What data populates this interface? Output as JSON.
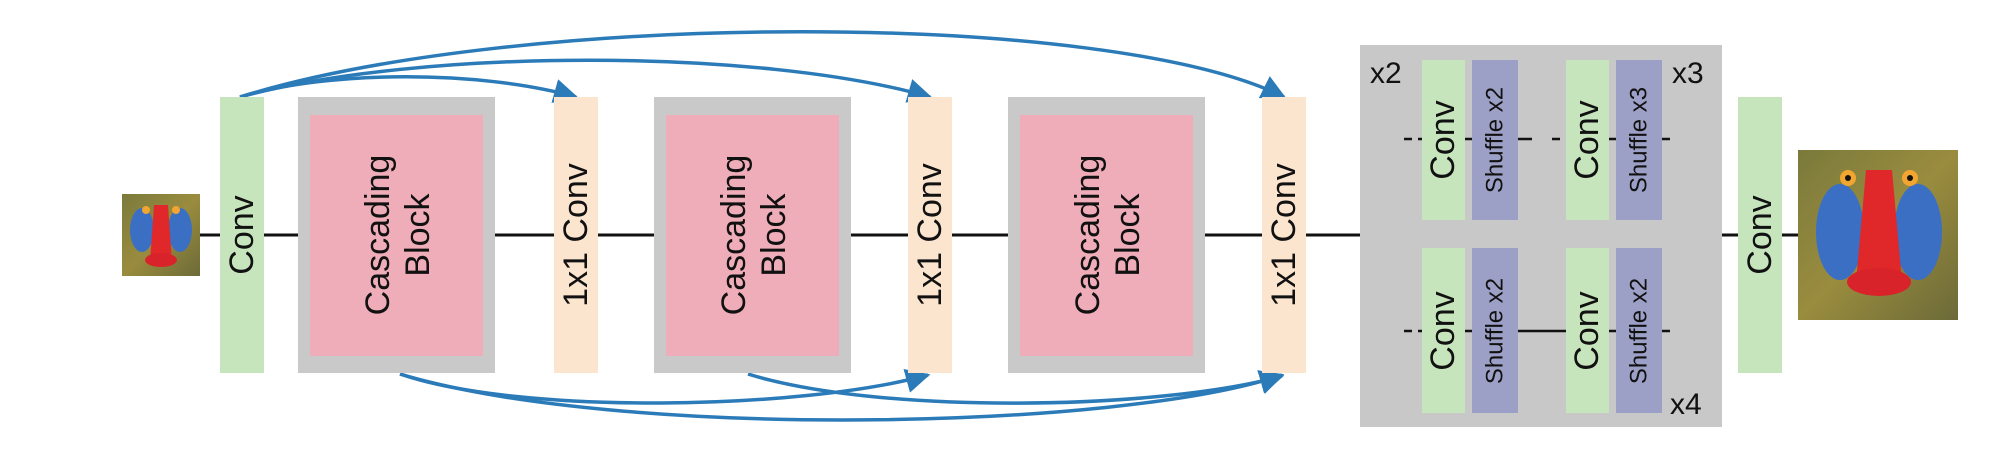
{
  "diagram": {
    "input_conv": "Conv",
    "cascading_blocks": [
      {
        "line1": "Cascading",
        "line2": "Block"
      },
      {
        "line1": "Cascading",
        "line2": "Block"
      },
      {
        "line1": "Cascading",
        "line2": "Block"
      }
    ],
    "pointwise_convs": [
      "1x1 Conv",
      "1x1 Conv",
      "1x1 Conv"
    ],
    "upsample": {
      "x2": {
        "multiplier": "x2",
        "conv": "Conv",
        "shuffle": "Shuffle x2"
      },
      "x3": {
        "multiplier": "x3",
        "conv": "Conv",
        "shuffle": "Shuffle x3"
      },
      "x4": {
        "multiplier": "x4",
        "conv1": "Conv",
        "shuffle1": "Shuffle x2",
        "conv2": "Conv",
        "shuffle2": "Shuffle x2"
      }
    },
    "output_conv": "Conv",
    "colors": {
      "conv": "#c7e5bd",
      "cascading_outer": "#c9c9c9",
      "cascading_inner": "#eeadb8",
      "pointwise": "#fbe5cf",
      "upsample_panel": "#c8c8c8",
      "shuffle": "#9da0c6",
      "arrow": "#2b7bb9",
      "line": "#111111"
    }
  }
}
